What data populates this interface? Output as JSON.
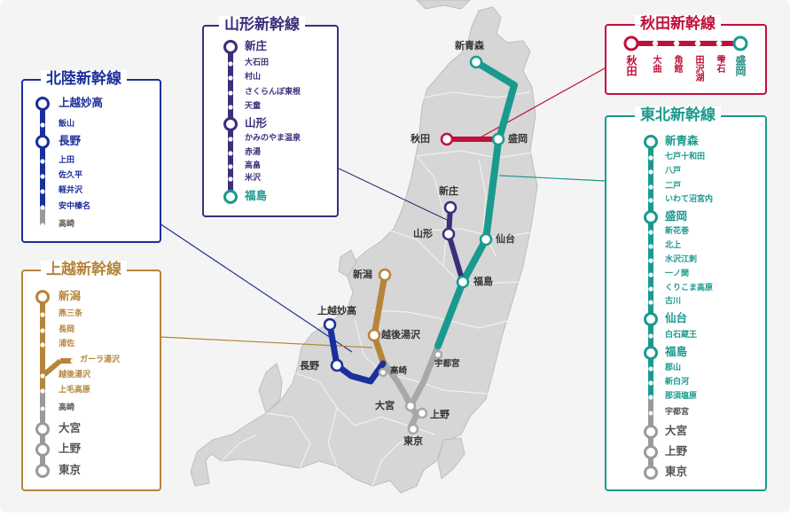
{
  "colors": {
    "hokuriku": "#1b2f9c",
    "joetsu": "#b5853a",
    "yamagata": "#3a2f7a",
    "akita": "#c0103a",
    "tohoku": "#1a9a8e",
    "common": "#9a9a9a",
    "land": "#d9d9d9",
    "sea": "#f3f3f3"
  },
  "hokuriku": {
    "title": "北陸新幹線",
    "stations": [
      {
        "name": "上越妙高",
        "type": "major"
      },
      {
        "name": "飯山",
        "type": "minor"
      },
      {
        "name": "長野",
        "type": "major"
      },
      {
        "name": "上田",
        "type": "minor"
      },
      {
        "name": "佐久平",
        "type": "minor"
      },
      {
        "name": "軽井沢",
        "type": "minor"
      },
      {
        "name": "安中榛名",
        "type": "minor"
      },
      {
        "name": "高崎",
        "type": "common"
      }
    ]
  },
  "joetsu": {
    "title": "上越新幹線",
    "stations": [
      {
        "name": "新潟",
        "type": "major"
      },
      {
        "name": "燕三条",
        "type": "minor"
      },
      {
        "name": "長岡",
        "type": "minor"
      },
      {
        "name": "浦佐",
        "type": "minor"
      },
      {
        "name": "ガーラ湯沢",
        "type": "branch"
      },
      {
        "name": "越後湯沢",
        "type": "minor"
      },
      {
        "name": "上毛高原",
        "type": "minor"
      },
      {
        "name": "高崎",
        "type": "common"
      },
      {
        "name": "大宮",
        "type": "commonMajor"
      },
      {
        "name": "上野",
        "type": "commonMajor"
      },
      {
        "name": "東京",
        "type": "commonMajor"
      }
    ]
  },
  "yamagata": {
    "title": "山形新幹線",
    "stations": [
      {
        "name": "新庄",
        "type": "major"
      },
      {
        "name": "大石田",
        "type": "minor"
      },
      {
        "name": "村山",
        "type": "minor"
      },
      {
        "name": "さくらんぼ東根",
        "type": "minor"
      },
      {
        "name": "天童",
        "type": "minor"
      },
      {
        "name": "山形",
        "type": "major"
      },
      {
        "name": "かみのやま温泉",
        "type": "minor"
      },
      {
        "name": "赤湯",
        "type": "minor"
      },
      {
        "name": "高畠",
        "type": "minor"
      },
      {
        "name": "米沢",
        "type": "minor"
      },
      {
        "name": "福島",
        "type": "tohoku"
      }
    ]
  },
  "akita": {
    "title": "秋田新幹線",
    "stations": [
      {
        "name": "秋田",
        "type": "major"
      },
      {
        "name": "大曲",
        "type": "minor"
      },
      {
        "name": "角館",
        "type": "minor"
      },
      {
        "name": "田沢湖",
        "type": "minor"
      },
      {
        "name": "雫石",
        "type": "minor"
      },
      {
        "name": "盛岡",
        "type": "tohoku"
      }
    ]
  },
  "tohoku": {
    "title": "東北新幹線",
    "stations": [
      {
        "name": "新青森",
        "type": "major"
      },
      {
        "name": "七戸十和田",
        "type": "minor"
      },
      {
        "name": "八戸",
        "type": "minor"
      },
      {
        "name": "二戸",
        "type": "minor"
      },
      {
        "name": "いわて沼宮内",
        "type": "minor"
      },
      {
        "name": "盛岡",
        "type": "major"
      },
      {
        "name": "新花巻",
        "type": "minor"
      },
      {
        "name": "北上",
        "type": "minor"
      },
      {
        "name": "水沢江刺",
        "type": "minor"
      },
      {
        "name": "一ノ関",
        "type": "minor"
      },
      {
        "name": "くりこま高原",
        "type": "minor"
      },
      {
        "name": "古川",
        "type": "minor"
      },
      {
        "name": "仙台",
        "type": "major"
      },
      {
        "name": "白石蔵王",
        "type": "minor"
      },
      {
        "name": "福島",
        "type": "major"
      },
      {
        "name": "郡山",
        "type": "minor"
      },
      {
        "name": "新白河",
        "type": "minor"
      },
      {
        "name": "那須塩原",
        "type": "minor"
      },
      {
        "name": "宇都宮",
        "type": "common"
      },
      {
        "name": "大宮",
        "type": "commonMajor"
      },
      {
        "name": "上野",
        "type": "commonMajor"
      },
      {
        "name": "東京",
        "type": "commonMajor"
      }
    ]
  },
  "map_labels": {
    "shin_aomori": "新青森",
    "akita": "秋田",
    "morioka": "盛岡",
    "shinjo": "新庄",
    "yamagata": "山形",
    "sendai": "仙台",
    "fukushima": "福島",
    "niigata": "新潟",
    "joetsumyoko": "上越妙高",
    "echigoyuzawa": "越後湯沢",
    "nagano": "長野",
    "takasaki": "高崎",
    "utsunomiya": "宇都宮",
    "omiya": "大宮",
    "ueno": "上野",
    "tokyo": "東京"
  }
}
